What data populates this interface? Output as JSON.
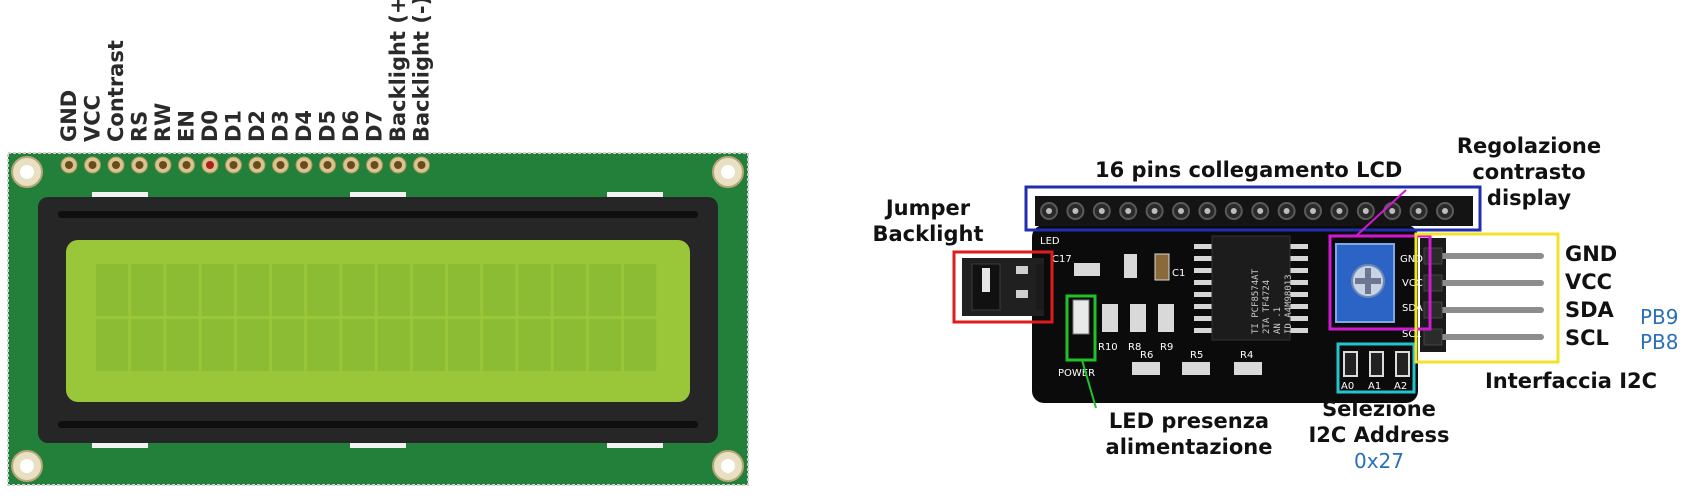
{
  "lcd": {
    "pins": [
      "GND",
      "VCC",
      "Contrast",
      "RS",
      "RW",
      "EN",
      "D0",
      "D1",
      "D2",
      "D3",
      "D4",
      "D5",
      "D6",
      "D7",
      "Backlight (+)",
      "Backlight (-)"
    ],
    "rows": 2,
    "columns": 16
  },
  "module": {
    "callouts": {
      "lcd_pins": "16 pins collegamento LCD",
      "contrast": [
        "Regolazione",
        "contrasto",
        "display"
      ],
      "jumper": [
        "Jumper",
        "Backlight"
      ],
      "power_led": [
        "LED presenza",
        "alimentazione"
      ],
      "address": [
        "Selezione",
        "I2C Address"
      ],
      "address_value": "0x27",
      "interface": "Interfaccia I2C"
    },
    "header_pins": [
      "GND",
      "VCC",
      "SDA",
      "SCL"
    ],
    "stm_pins": [
      "PB9",
      "PB8"
    ],
    "silkscreen": {
      "led": "LED",
      "power": "POWER",
      "c1": "C1",
      "c17": "C17",
      "r10": "R10",
      "r8": "R8",
      "r9": "R9",
      "r6": "R6",
      "r5": "R5",
      "r4": "R4",
      "a0": "A0",
      "a1": "A1",
      "a2": "A2",
      "gnd": "GND",
      "vcc": "VCC",
      "sda": "SDA",
      "scl": "SCL"
    },
    "chip_lines": [
      "TI PCF8574AT",
      "2TA TF4724",
      "AN .1",
      "ID A4M98013"
    ]
  },
  "colors": {
    "pcb_green": "#22803a",
    "lcd_bezel": "#262626",
    "lcd_screen": "#9ac63a",
    "module_pcb": "#0b0b0b",
    "blue_box": "#1f2fb0",
    "red_box": "#e01b1b",
    "green_box": "#22c02a",
    "magenta_box": "#d01ad0",
    "yellow_box": "#f2e22a",
    "cyan_box": "#22c4cf",
    "label_blue": "#2a6fb8"
  }
}
